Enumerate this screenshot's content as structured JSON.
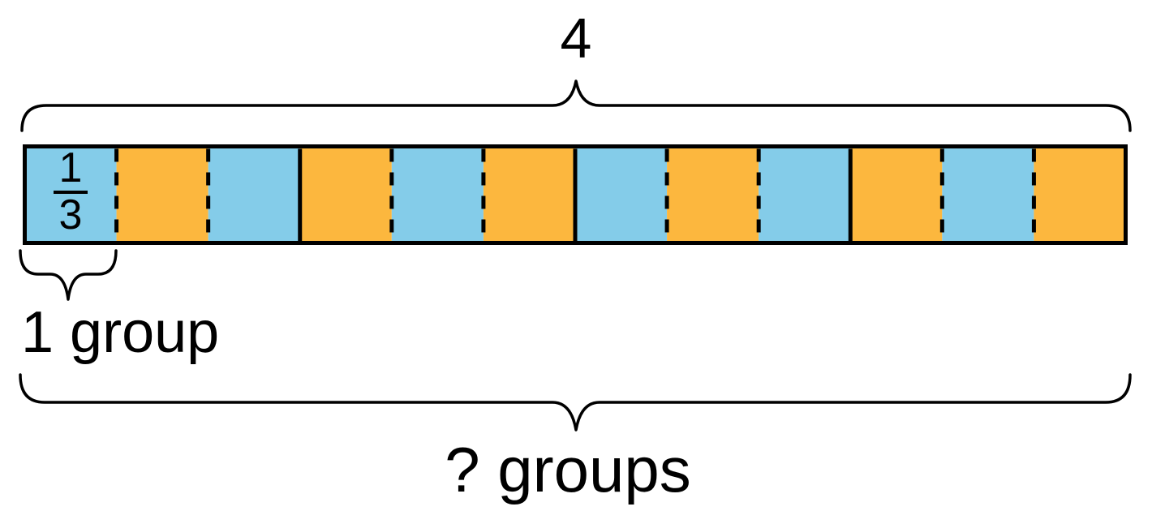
{
  "labels": {
    "total": "4",
    "fraction_numerator": "1",
    "fraction_denominator": "3",
    "one_group": "1 group",
    "question": "? groups"
  },
  "bar": {
    "segment_count": 12,
    "segments": [
      "blue",
      "orange",
      "blue",
      "orange",
      "blue",
      "orange",
      "blue",
      "orange",
      "blue",
      "orange",
      "blue",
      "orange"
    ],
    "solid_divider_every": 3,
    "first_segment_label": "1/3"
  },
  "colors": {
    "blue": "#84CCE9",
    "orange": "#FCB73E",
    "outline": "#000000"
  }
}
